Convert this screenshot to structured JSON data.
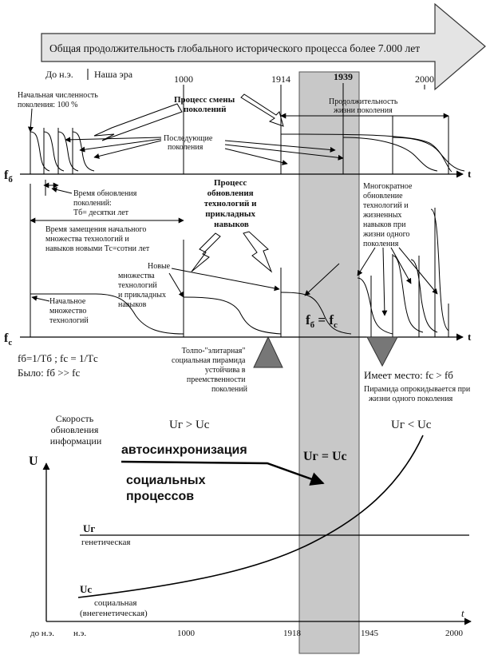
{
  "timeline": {
    "banner": "Общая продолжительность глобального исторического процесса более 7.000 лет",
    "era_bc": "До н.э.",
    "era_ad": "Наша эра",
    "years": [
      "1000",
      "1914",
      "1939",
      "2000"
    ]
  },
  "top_panel": {
    "initial_population": [
      "Начальная численность",
      "поколения: 100 %"
    ],
    "generation_change": [
      "Процесс смены",
      "поколений"
    ],
    "lifetime": [
      "Продолжительность",
      "жизни поколения"
    ],
    "subsequent": [
      "Последующие",
      "поколения"
    ],
    "axis_label_f": "f",
    "axis_label_sub": "б",
    "t": "t"
  },
  "middle_panel": {
    "renewal_time": [
      "Время обновления",
      "поколений:",
      "Тб= десятки лет"
    ],
    "replacement_time": [
      "Время замещения начального",
      "множества технологий и",
      "навыков новыми Тс=сотни лет"
    ],
    "tech_update": [
      "Процесс",
      "обновления",
      "технологий и",
      "прикладных",
      "навыков"
    ],
    "multiple_update": [
      "Многократное",
      "обновление",
      "технологий и",
      "жизненных",
      "навыков при",
      "жизни одного",
      "поколения"
    ],
    "new_sets": [
      "Новые",
      "множества",
      "технологий",
      "и прикладных",
      "навыков"
    ],
    "initial_set": [
      "Начальное",
      "множество",
      "технологий"
    ],
    "equality": "f",
    "eq_sub_left": "б",
    "eq_sub_right": "c",
    "eq_sign": " = f",
    "axis_label_f": "f",
    "axis_label_sub": "c",
    "t": "t"
  },
  "bottom_notes": {
    "formula_line1": "fб=1/Tб ; fс = 1/Tс",
    "formula_line2": "Было: fб >> fс",
    "pyramid_stable": [
      "Толпо-\"элитарная\"",
      "социальная пирамида",
      "устойчива в",
      "преемственности",
      "поколений"
    ],
    "now_line": "Имеет место: fс > fб",
    "pyramid_flips": [
      "Пирамида опрокидывается при",
      "жизни одного поколения"
    ]
  },
  "speed_panel": {
    "title": [
      "Скорость",
      "обновления",
      "информации"
    ],
    "u_axis": "U",
    "left_relation": "Uг > Uс",
    "right_relation": "Uг < Uс",
    "equal_relation": "Uг = Uс",
    "autosync": [
      "автосинхронизация",
      "социальных",
      "процессов"
    ],
    "ug_label": "Uг",
    "ug_desc": "генетическая",
    "uc_label": "Uс",
    "uc_desc": [
      "социальная",
      "(внегенетическая)"
    ],
    "t": "t",
    "x_labels": [
      "до н.э.",
      "н.э.",
      "1000",
      "1918",
      "1945",
      "2000"
    ]
  }
}
